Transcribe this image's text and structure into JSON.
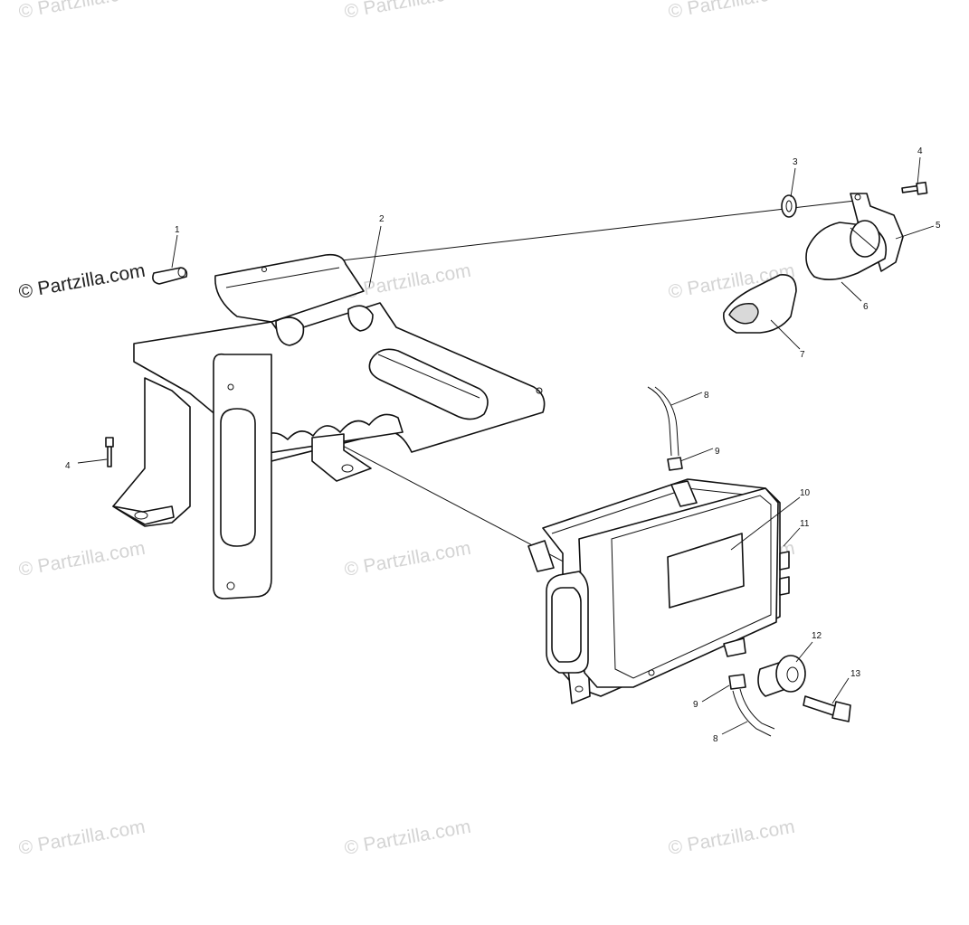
{
  "brand_label": "© Partzilla.com",
  "watermark_text": "© Partzilla.com",
  "callouts": {
    "c1": "1",
    "c2": "2",
    "c3": "3",
    "c4a": "4",
    "c4b": "4",
    "c5": "5",
    "c6": "6",
    "c7": "7",
    "c8a": "8",
    "c8b": "8",
    "c9a": "9",
    "c9b": "9",
    "c10": "10",
    "c11": "11",
    "c12": "12",
    "c13": "13"
  },
  "colors": {
    "line": "#111111",
    "watermark": "#d4d4d4",
    "shade": "#d9d9d9"
  }
}
